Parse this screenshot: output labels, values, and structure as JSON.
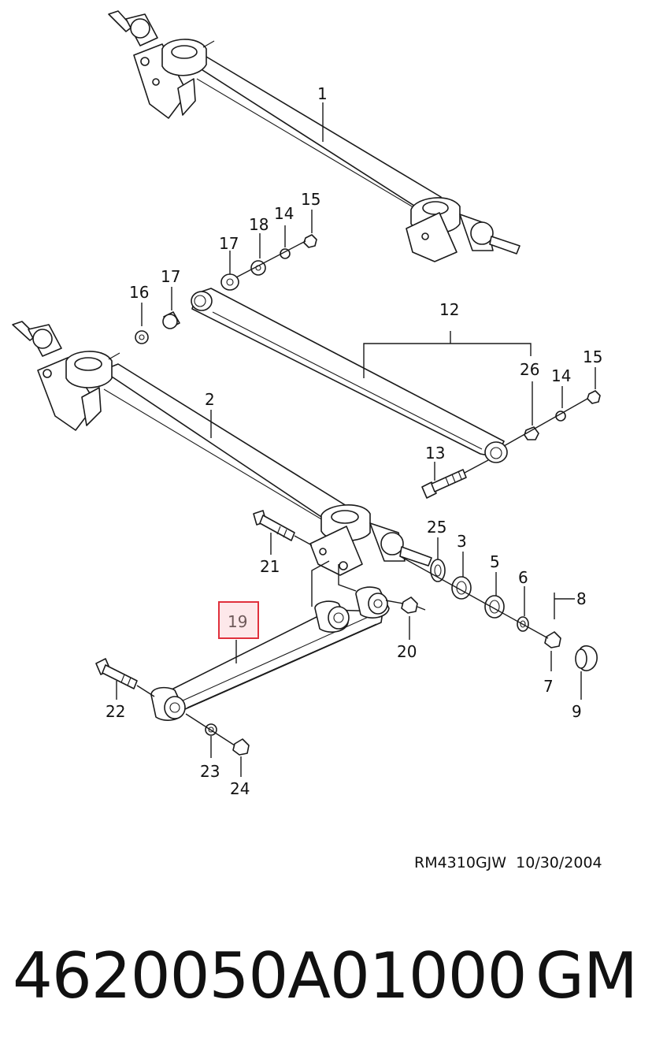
{
  "callouts": {
    "c1": "1",
    "c2": "2",
    "c3": "3",
    "c5": "5",
    "c6": "6",
    "c7": "7",
    "c8": "8",
    "c9": "9",
    "c12": "12",
    "c13": "13",
    "c14a": "14",
    "c14b": "14",
    "c15a": "15",
    "c15b": "15",
    "c16": "16",
    "c17a": "17",
    "c17b": "17",
    "c18": "18",
    "c19": "19",
    "c20": "20",
    "c21": "21",
    "c22": "22",
    "c23": "23",
    "c24": "24",
    "c25": "25",
    "c26": "26"
  },
  "highlight_color": "#e0303c",
  "drawing_ref": "RM4310GJW  10/30/2004",
  "part_number": "4620050A01000",
  "brand": "GM"
}
